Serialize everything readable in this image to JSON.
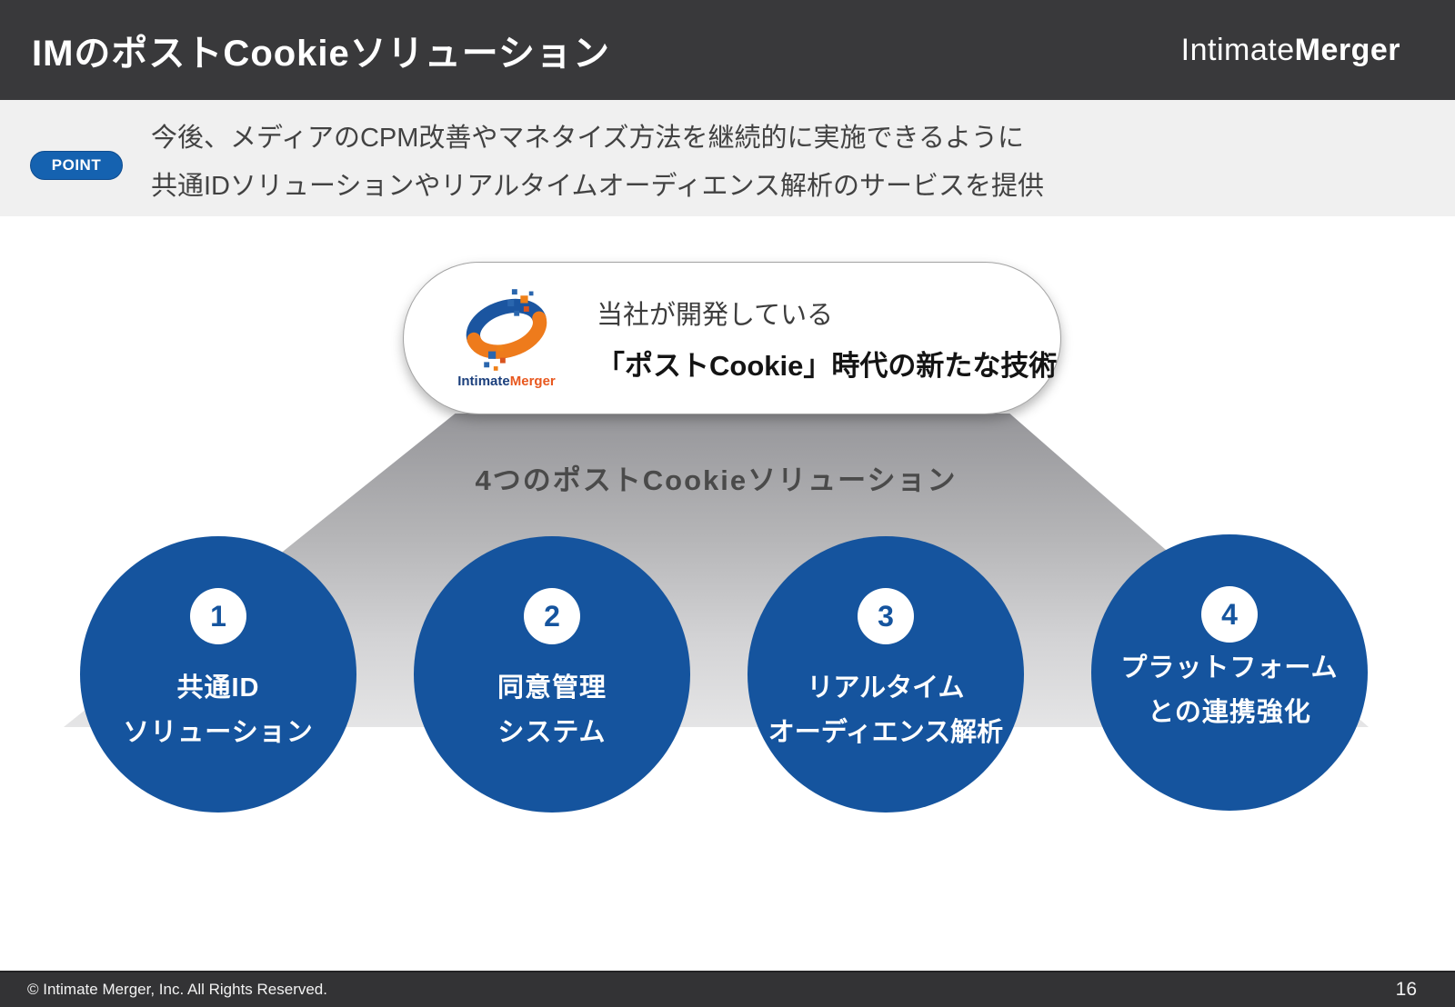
{
  "header": {
    "title": "IMのポストCookieソリューション",
    "logo": {
      "part1": "Intimate",
      "part2": "Merger"
    }
  },
  "point": {
    "badge": "POINT",
    "line1": "今後、メディアのCPM改善やマネタイズ方法を継続的に実施できるように",
    "line2": "共通IDソリューションやリアルタイムオーディエンス解析のサービスを提供"
  },
  "capsule": {
    "logo": {
      "part1": "Intimate",
      "part2": "Merger"
    },
    "line1": "当社が開発している",
    "line2": "「ポストCookie」時代の新たな技術"
  },
  "funnel": {
    "title": "4つのポストCookieソリューション"
  },
  "solutions": [
    {
      "number": "1",
      "line1": "共通ID",
      "line2": "ソリューション"
    },
    {
      "number": "2",
      "line1": "同意管理",
      "line2": "システム"
    },
    {
      "number": "3",
      "line1": "リアルタイム",
      "line2": "オーディエンス解析"
    },
    {
      "number": "4",
      "line1": "プラットフォーム",
      "line2": "との連携強化"
    }
  ],
  "footer": {
    "copyright": "© Intimate Merger, Inc. All Rights Reserved.",
    "page_number": "16"
  },
  "colors": {
    "accent_blue": "#15549e",
    "point_blue": "#1562b0",
    "brand_orange": "#ef7f18",
    "brand_navy": "#1b3f7c",
    "header_bg": "#39393b",
    "band_bg": "#f0f0f0",
    "funnel_gray_top": "#96969a",
    "funnel_gray_bottom": "#e5e5e6"
  }
}
